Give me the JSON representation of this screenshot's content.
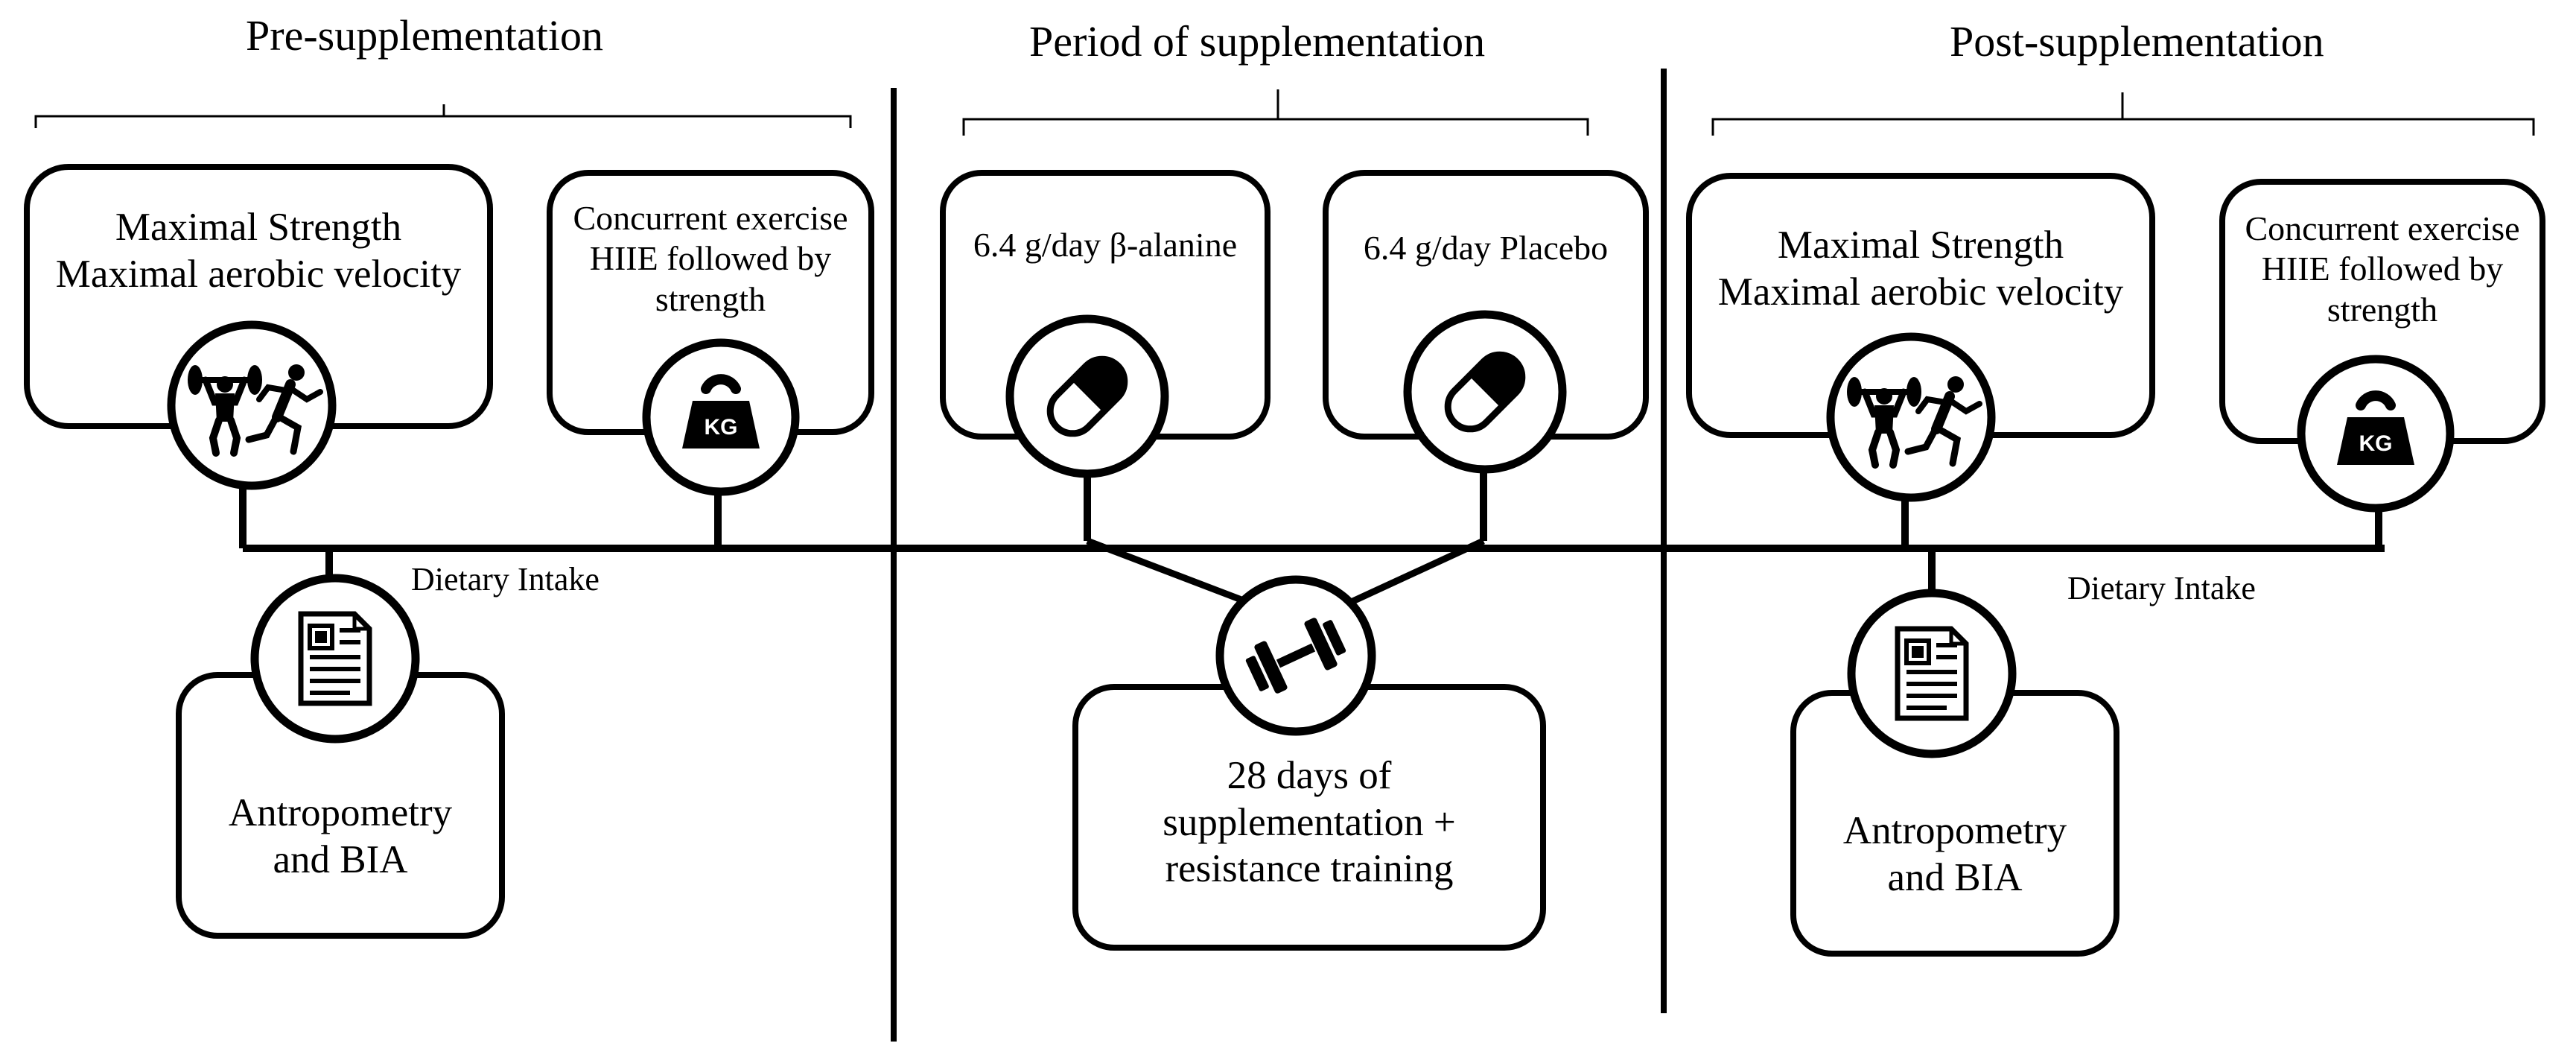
{
  "phases": {
    "pre": "Pre-supplementation",
    "period": "Period of supplementation",
    "post": "Post-supplementation"
  },
  "pre": {
    "box1": [
      "Maximal Strength",
      "Maximal aerobic velocity"
    ],
    "box2": [
      "Concurrent exercise",
      "HIIE followed by",
      "strength"
    ],
    "dietary": "Dietary Intake",
    "box3": [
      "Antropometry",
      "and BIA"
    ],
    "icon1": "weightlifter-runner-icon",
    "icon2": "kettlebell-kg-icon",
    "icon3": "document-icon"
  },
  "period": {
    "box1": "6.4 g/day β-alanine",
    "box2": "6.4 g/day Placebo",
    "box3": [
      "28 days of",
      "supplementation +",
      "resistance training"
    ],
    "icon1": "pill-capsule-icon",
    "icon2": "pill-capsule-icon",
    "icon3": "dumbbell-icon"
  },
  "post": {
    "box1": [
      "Maximal Strength",
      "Maximal aerobic velocity"
    ],
    "box2": [
      "Concurrent exercise",
      "HIIE followed by",
      "strength"
    ],
    "dietary": "Dietary Intake",
    "box3": [
      "Antropometry",
      "and BIA"
    ],
    "icon1": "weightlifter-runner-icon",
    "icon2": "kettlebell-kg-icon",
    "icon3": "document-icon"
  },
  "kg_label": "KG",
  "colors": {
    "ink": "#000000",
    "background": "#ffffff"
  }
}
